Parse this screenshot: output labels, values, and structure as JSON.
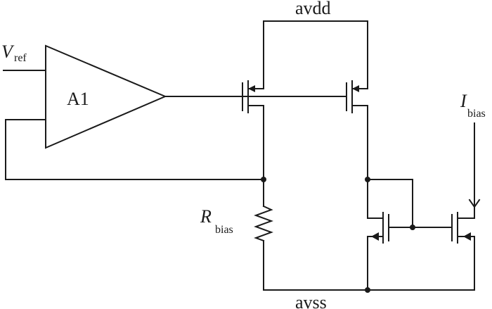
{
  "labels": {
    "supply": "avdd",
    "ground": "avss",
    "amplifier": "A1",
    "vref_symbol": "V",
    "vref_subscript": "ref",
    "rbias_symbol": "R",
    "rbias_subscript": "bias",
    "ibias_symbol": "I",
    "ibias_subscript": "bias"
  },
  "colors": {
    "ink": "#1a1a1a",
    "background": "#ffffff"
  }
}
